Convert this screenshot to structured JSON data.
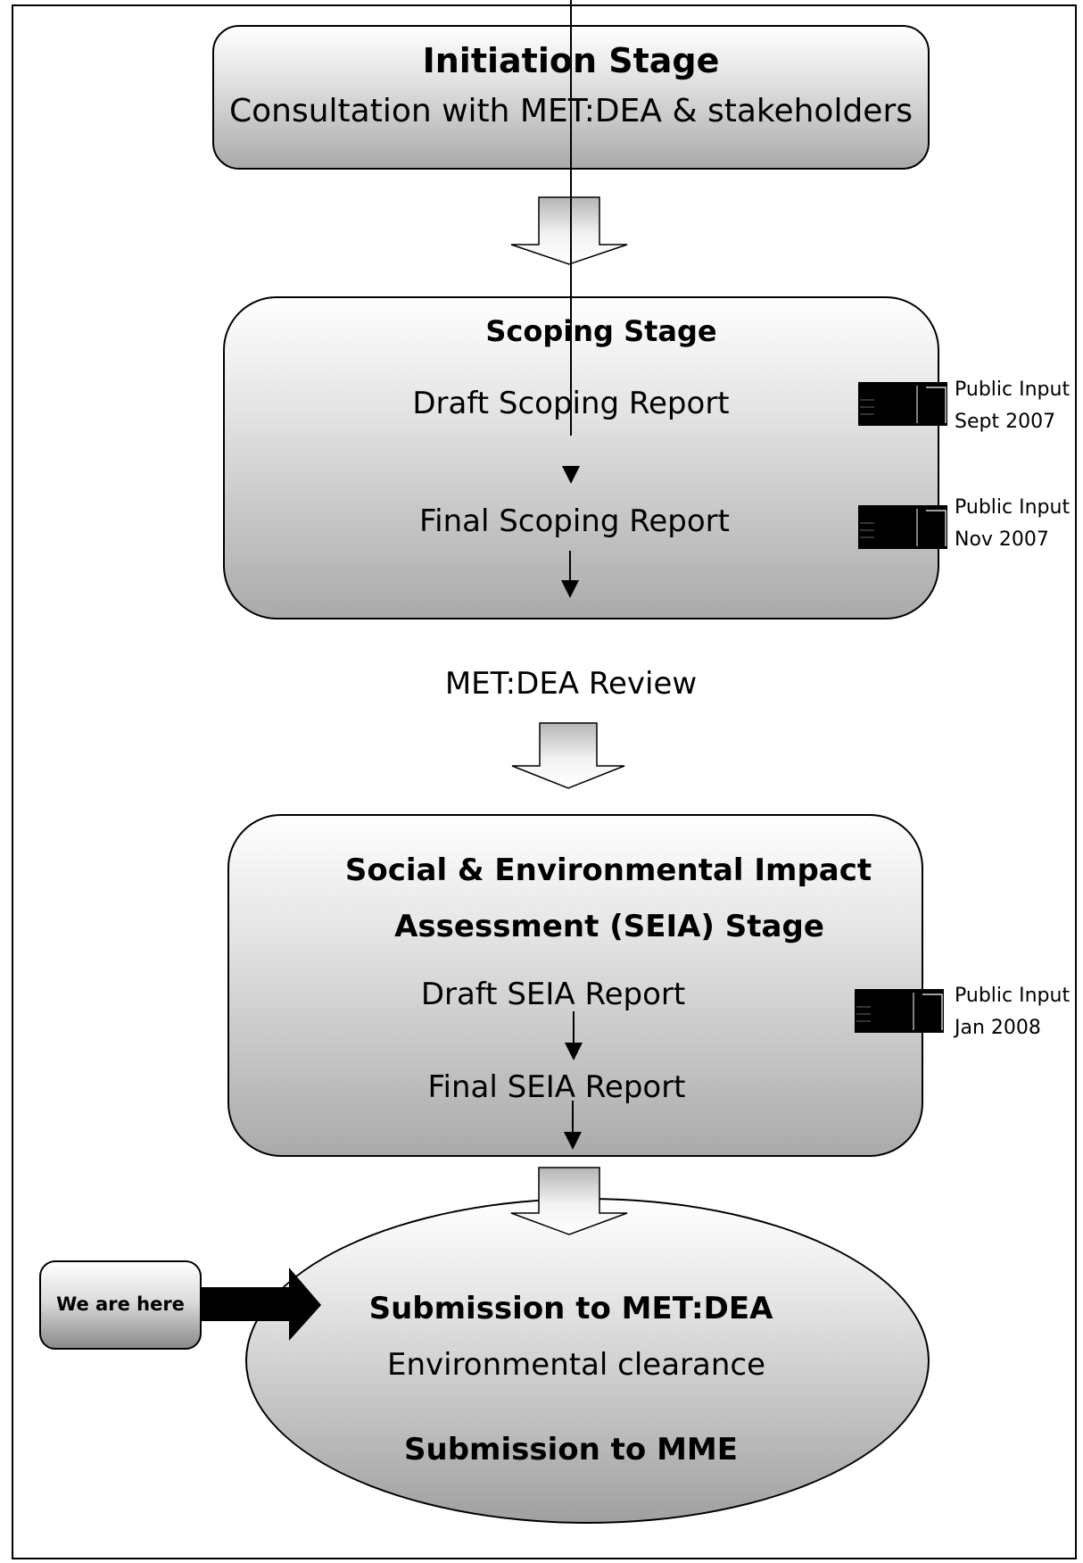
{
  "initiation": {
    "title": "Initiation Stage",
    "subtitle": "Consultation with MET:DEA & stakeholders"
  },
  "scoping": {
    "title": "Scoping Stage",
    "draft": "Draft Scoping Report",
    "final": "Final Scoping Report",
    "inputs": [
      {
        "label": "Public Input",
        "date": "Sept 2007"
      },
      {
        "label": "Public Input",
        "date": "Nov 2007"
      }
    ]
  },
  "review": "MET:DEA Review",
  "seia": {
    "title_line1": "Social & Environmental Impact",
    "title_line2": "Assessment (SEIA) Stage",
    "draft": "Draft SEIA Report",
    "final": "Final SEIA Report",
    "input": {
      "label": "Public Input",
      "date": "Jan 2008"
    }
  },
  "submission": {
    "line1": "Submission to MET:DEA",
    "line2": "Environmental clearance",
    "line3": "Submission to MME"
  },
  "marker": "We are here"
}
